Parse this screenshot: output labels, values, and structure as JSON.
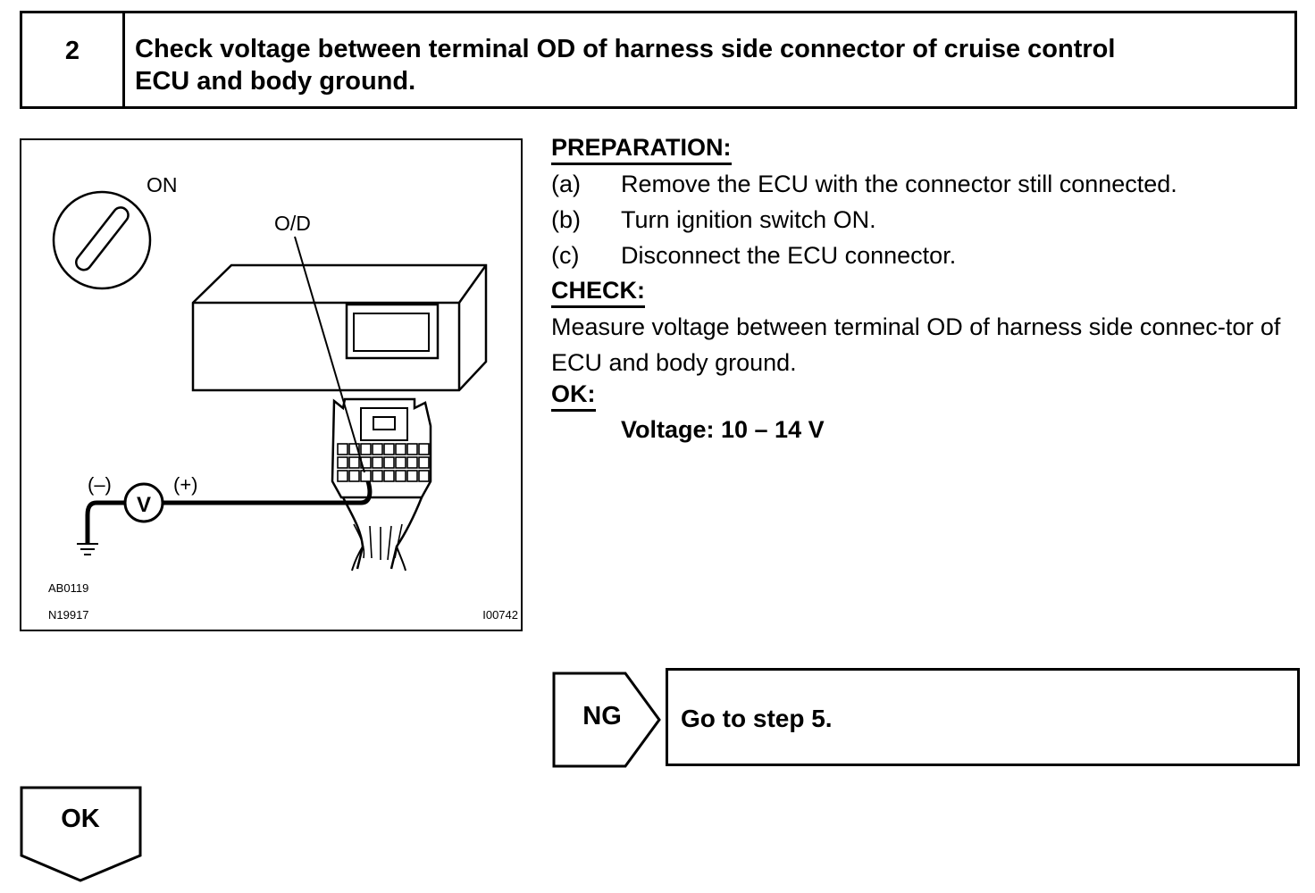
{
  "step": {
    "number": "2",
    "title_line1": "Check voltage between terminal OD of harness side connector of cruise control",
    "title_line2": "ECU and body ground."
  },
  "figure": {
    "label_on": "ON",
    "label_od": "O/D",
    "label_minus": "(–)",
    "label_plus": "(+)",
    "label_meter": "V",
    "code1": "AB0119",
    "code2": "N19917",
    "code3": "I00742"
  },
  "preparation": {
    "heading": "PREPARATION:",
    "items": [
      {
        "mark": "(a)",
        "text": "Remove the ECU with the connector still connected."
      },
      {
        "mark": "(b)",
        "text": "Turn ignition switch ON."
      },
      {
        "mark": "(c)",
        "text": "Disconnect the ECU connector."
      }
    ]
  },
  "check": {
    "heading": "CHECK:",
    "text": "Measure voltage between terminal OD of harness side connec-tor of ECU and body ground."
  },
  "ok_spec": {
    "heading": "OK:",
    "spec": "Voltage: 10 – 14 V"
  },
  "flow": {
    "ng_label": "NG",
    "ng_action": "Go to step 5.",
    "ok_label": "OK"
  }
}
